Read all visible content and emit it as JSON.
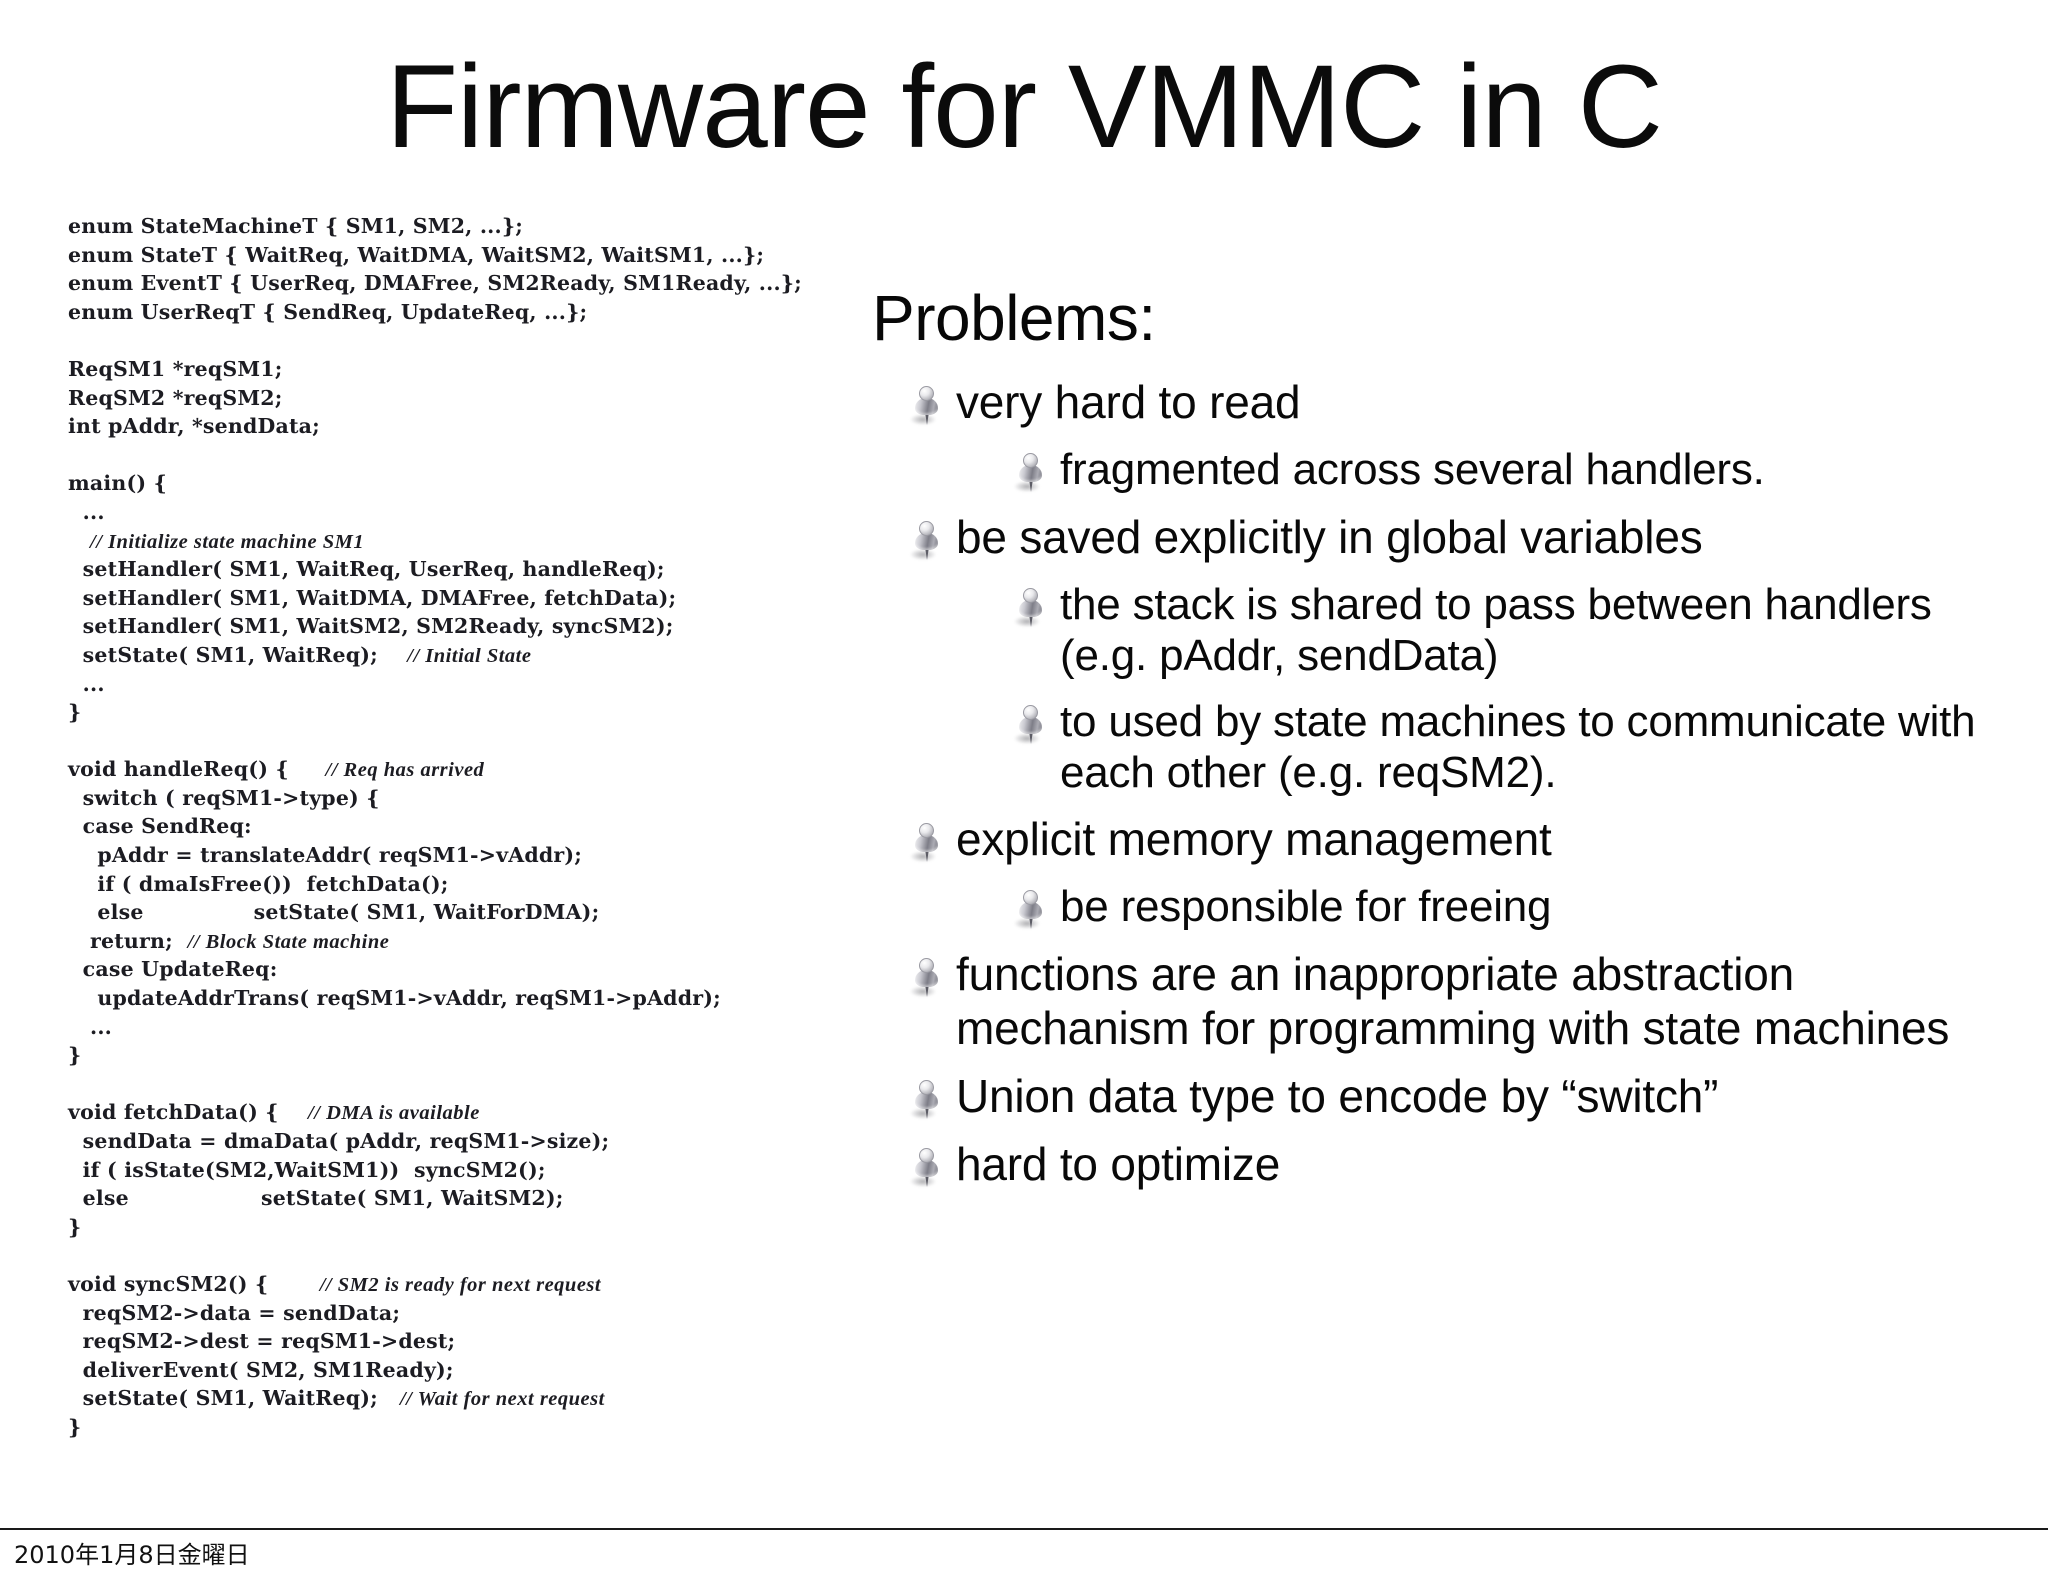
{
  "slide": {
    "title": "Firmware for VMMC in C",
    "footer_date": "2010年1月8日金曜日"
  },
  "code": {
    "language": "C",
    "lines": [
      "enum StateMachineT { SM1, SM2, ...};",
      "enum StateT { WaitReq, WaitDMA, WaitSM2, WaitSM1, ...};",
      "enum EventT { UserReq, DMAFree, SM2Ready, SM1Ready, ...};",
      "enum UserReqT { SendReq, UpdateReq, ...};",
      "",
      "ReqSM1 *reqSM1;",
      "ReqSM2 *reqSM2;",
      "int pAddr, *sendData;",
      "",
      "main() {",
      "  ...",
      "   // Initialize state machine SM1",
      "  setHandler( SM1, WaitReq, UserReq, handleReq);",
      "  setHandler( SM1, WaitDMA, DMAFree, fetchData);",
      "  setHandler( SM1, WaitSM2, SM2Ready, syncSM2);",
      "  setState( SM1, WaitReq);    // Initial State",
      "  ...",
      "}",
      "",
      "void handleReq() {     // Req has arrived",
      "  switch ( reqSM1->type) {",
      "  case SendReq:",
      "    pAddr = translateAddr( reqSM1->vAddr);",
      "    if ( dmaIsFree())  fetchData();",
      "    else               setState( SM1, WaitForDMA);",
      "   return;  // Block State machine",
      "  case UpdateReq:",
      "    updateAddrTrans( reqSM1->vAddr, reqSM1->pAddr);",
      "   ...",
      "}",
      "",
      "void fetchData() {    // DMA is available",
      "  sendData = dmaData( pAddr, reqSM1->size);",
      "  if ( isState(SM2,WaitSM1))  syncSM2();",
      "  else                  setState( SM1, WaitSM2);",
      "}",
      "",
      "void syncSM2() {       // SM2 is ready for next request",
      "  reqSM2->data = sendData;",
      "  reqSM2->dest = reqSM1->dest;",
      "  deliverEvent( SM2, SM1Ready);",
      "  setState( SM1, WaitReq);   // Wait for next request",
      "}"
    ],
    "comments": [
      "// Initialize state machine SM1",
      "// Initial State",
      "// Req has arrived",
      "// Block State machine",
      "// DMA is available",
      "// SM2 is ready for next request",
      "// Wait for next request"
    ]
  },
  "problems": {
    "heading": "Problems:",
    "items": [
      {
        "level": 1,
        "text": "very hard to read"
      },
      {
        "level": 2,
        "text": "fragmented across several handlers."
      },
      {
        "level": 1,
        "text": "be saved explicitly in global variables"
      },
      {
        "level": 2,
        "text": "the stack is shared to pass between handlers (e.g. pAddr, sendData)"
      },
      {
        "level": 2,
        "text": "to used by state machines to communicate with each other (e.g. reqSM2)."
      },
      {
        "level": 1,
        "text": "explicit memory management"
      },
      {
        "level": 2,
        "text": "be responsible for freeing"
      },
      {
        "level": 1,
        "text": "functions are an inappropriate abstraction mechanism for programming with state machines"
      },
      {
        "level": 1,
        "text": "Union data type to encode by “switch”"
      },
      {
        "level": 1,
        "text": "hard to optimize"
      }
    ],
    "bullet_icon": "pushpin-icon"
  },
  "colors": {
    "background": "#ffffff",
    "text": "#090909",
    "code_text": "#1c1c22",
    "rule": "#1a1a1a",
    "pin_gray": "#8e8e96"
  }
}
